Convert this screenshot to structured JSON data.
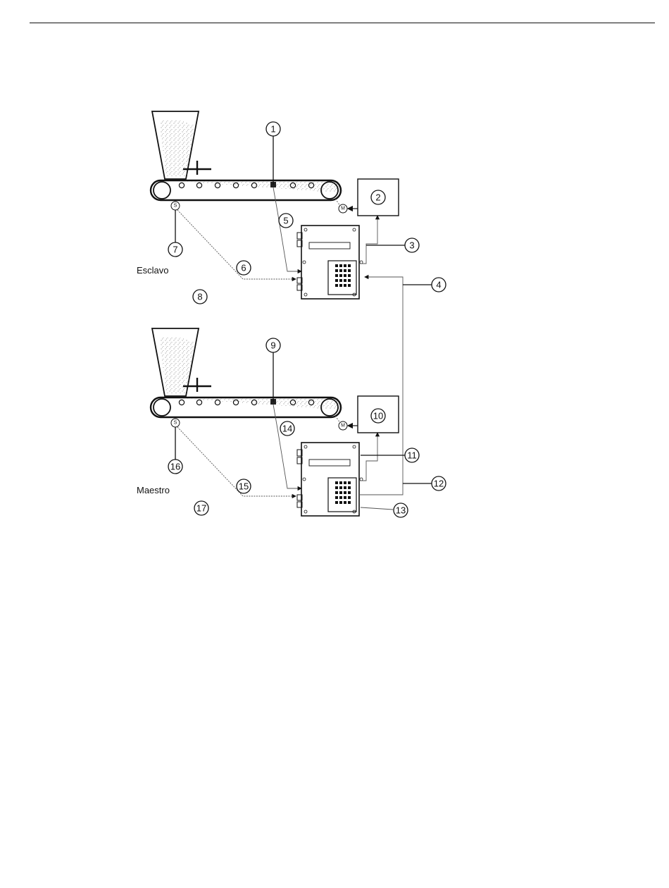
{
  "labels": {
    "slave": "Esclavo",
    "master": "Maestro"
  },
  "markers": {
    "speed_sensor": "S",
    "motor": "M"
  },
  "callouts": {
    "c1": "1",
    "c2": "2",
    "c3": "3",
    "c4": "4",
    "c5": "5",
    "c6": "6",
    "c7": "7",
    "c8": "8",
    "c9": "9",
    "c10": "10",
    "c11": "11",
    "c12": "12",
    "c13": "13",
    "c14": "14",
    "c15": "15",
    "c16": "16",
    "c17": "17"
  }
}
